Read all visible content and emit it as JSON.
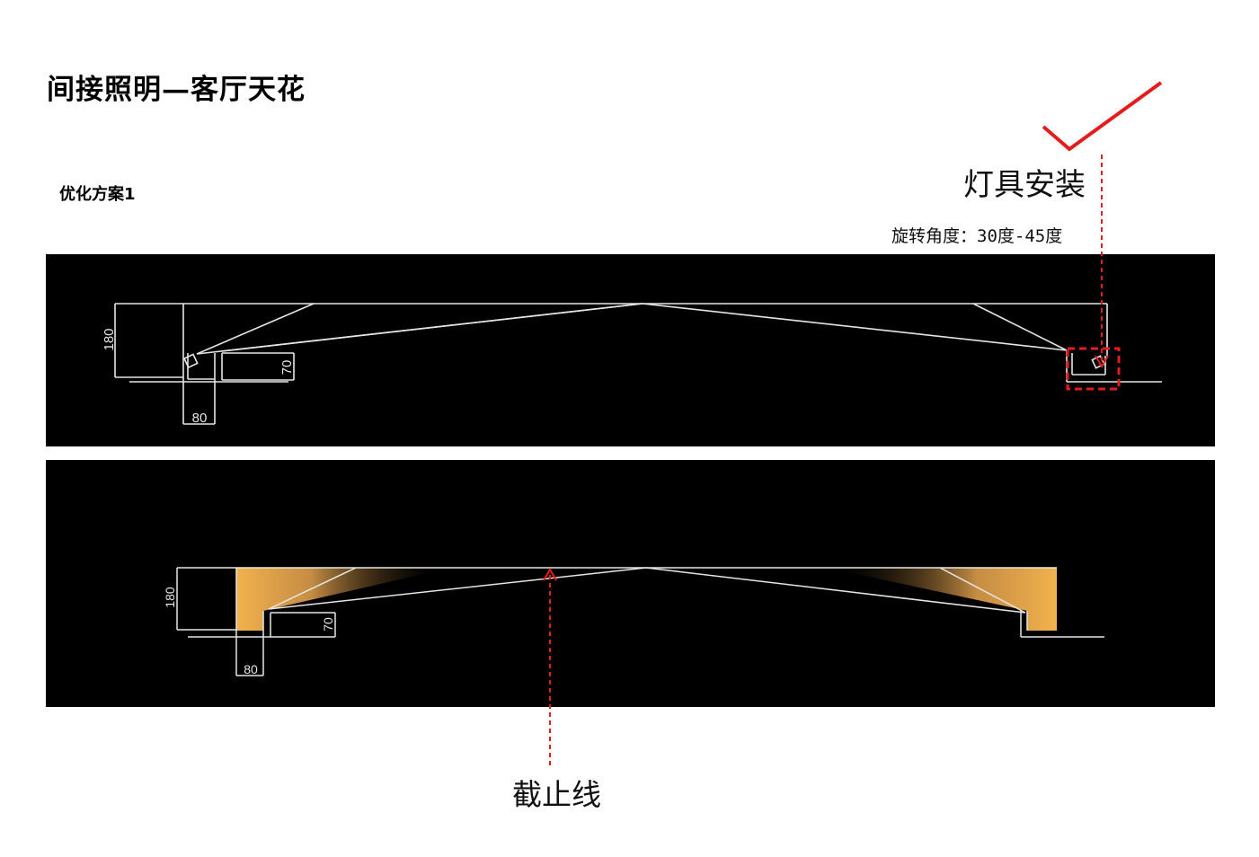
{
  "title": "间接照明—客厅天花",
  "subtitle": "优化方案1",
  "annotations": {
    "install": "灯具安装",
    "rotation": "旋转角度：30度-45度",
    "cutoff": "截止线"
  },
  "dimensions": {
    "height_180": "180",
    "height_70": "70",
    "width_80": "80"
  },
  "colors": {
    "panel_bg": "#000000",
    "line": "#e6e6e6",
    "accent_red": "#e31c1c",
    "glow": "#f2b24d"
  }
}
